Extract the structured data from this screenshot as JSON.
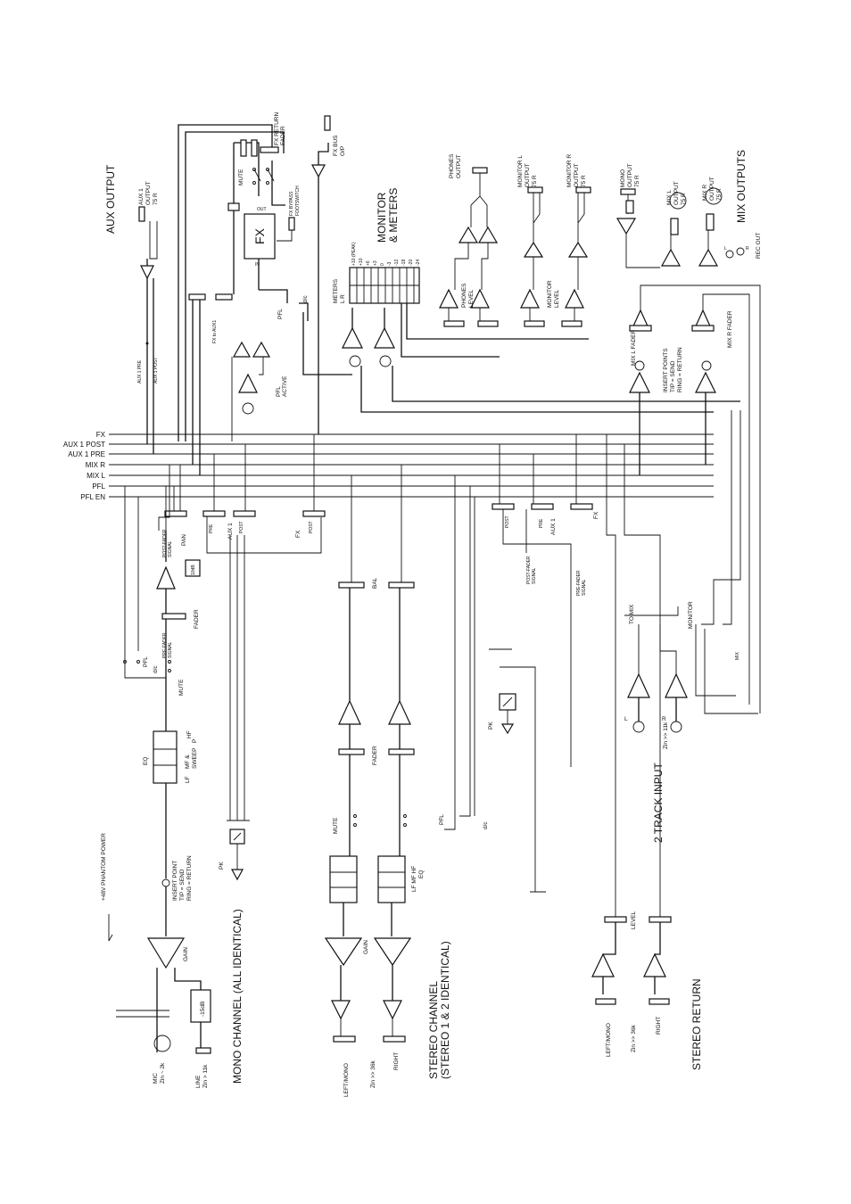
{
  "sections": {
    "aux_output": "AUX OUTPUT",
    "monitor_meters_1": "MONITOR",
    "monitor_meters_2": "& METERS",
    "mix_outputs": "MIX OUTPUTS",
    "mono_channel": "MONO CHANNEL (ALL IDENTICAL)",
    "stereo_channel_1": "STEREO CHANNEL",
    "stereo_channel_2": "(STEREO 1 & 2 IDENTICAL)",
    "two_track_input": "2 TRACK INPUT",
    "stereo_return": "STEREO RETURN"
  },
  "buses": [
    "FX",
    "AUX 1 POST",
    "AUX 1 PRE",
    "MIX R",
    "MIX L",
    "PFL",
    "PFL EN"
  ],
  "labels": {
    "aux1_output": [
      "AUX 1",
      "OUTPUT",
      "75 R"
    ],
    "fx_return_fader": [
      "FX RETURN",
      "FADER"
    ],
    "fx_bus_op": [
      "FX BUS",
      "O/P"
    ],
    "mute": "MUTE",
    "fx_bypass": [
      "FX BYPASS",
      "FOOTSWITCH"
    ],
    "fx_box": "FX",
    "out": "OUT",
    "in": "IN",
    "fx_to_aux1": "FX to AUX1",
    "pfl": "PFL",
    "pfl_active": [
      "PFL",
      "ACTIVE"
    ],
    "dc": "d/c",
    "meters": [
      "METERS",
      "L  R"
    ],
    "meter_scale": [
      "+10 (PEAK)",
      "+10",
      "+6",
      "+3",
      "0",
      "-3",
      "-12",
      "-18",
      "-20",
      "-24"
    ],
    "phones_output": [
      "PHONES",
      "OUTPUT"
    ],
    "monitor_l_output": [
      "MONITOR L",
      "OUTPUT",
      "75 R"
    ],
    "monitor_r_output": [
      "MONITOR R",
      "OUTPUT",
      "75 R"
    ],
    "mono_output": [
      "MONO",
      "OUTPUT",
      "75 R"
    ],
    "mix_l_output": [
      "MIX L",
      "OUTPUT",
      "75 R"
    ],
    "mix_r_output": [
      "MIX R",
      "OUTPUT",
      "75 R"
    ],
    "phones_level": [
      "PHONES",
      "LEVEL"
    ],
    "monitor_level": [
      "MONITOR",
      "LEVEL"
    ],
    "mix_l_fader": "MIX L FADER",
    "mix_r_fader": "MIX R FADER",
    "insert_points": [
      "INSERT POINTS",
      "TIP = SEND",
      "RING = RETURN"
    ],
    "rec_out": "REC OUT",
    "aux1_pre": "AUX 1 PRE",
    "aux1_post": "AUX 1 POST",
    "pan": "PAN",
    "post_fader_signal": [
      "POST-FADER",
      "SIGNAL"
    ],
    "pre": "PRE",
    "aux1": "AUX 1",
    "post": "POST",
    "fx": "FX",
    "ten_db": "10dB",
    "fader": "FADER",
    "pre_fader_signal": [
      "PRE-FADER",
      "SIGNAL"
    ],
    "eq": "EQ",
    "mf_sweep": [
      "MF &",
      "SWEEP"
    ],
    "lf": "LF",
    "p": "P",
    "hf": "HF",
    "pk": "PK",
    "insert_point": [
      "INSERT POINT",
      "TIP = SEND",
      "RING = RETURN"
    ],
    "phantom": "+48V PHANTOM POWER",
    "gain": "GAIN",
    "minus15db": "-15dB",
    "mic": [
      "MIC",
      "Zin ~ 2k"
    ],
    "line": [
      "LINE",
      "Zin > 11k"
    ],
    "bal": "BAL",
    "lf_mf_hf_eq": [
      "LF MF HF",
      "EQ"
    ],
    "left_mono": "LEFT/MONO",
    "zin_36k": "Zin >> 36k",
    "right": "RIGHT",
    "to_mix": "TO MIX",
    "monitor": "MONITOR",
    "mix": "MIX",
    "l": "L",
    "r": "R",
    "zin_11k": "Zin >> 11k",
    "level": "LEVEL"
  }
}
